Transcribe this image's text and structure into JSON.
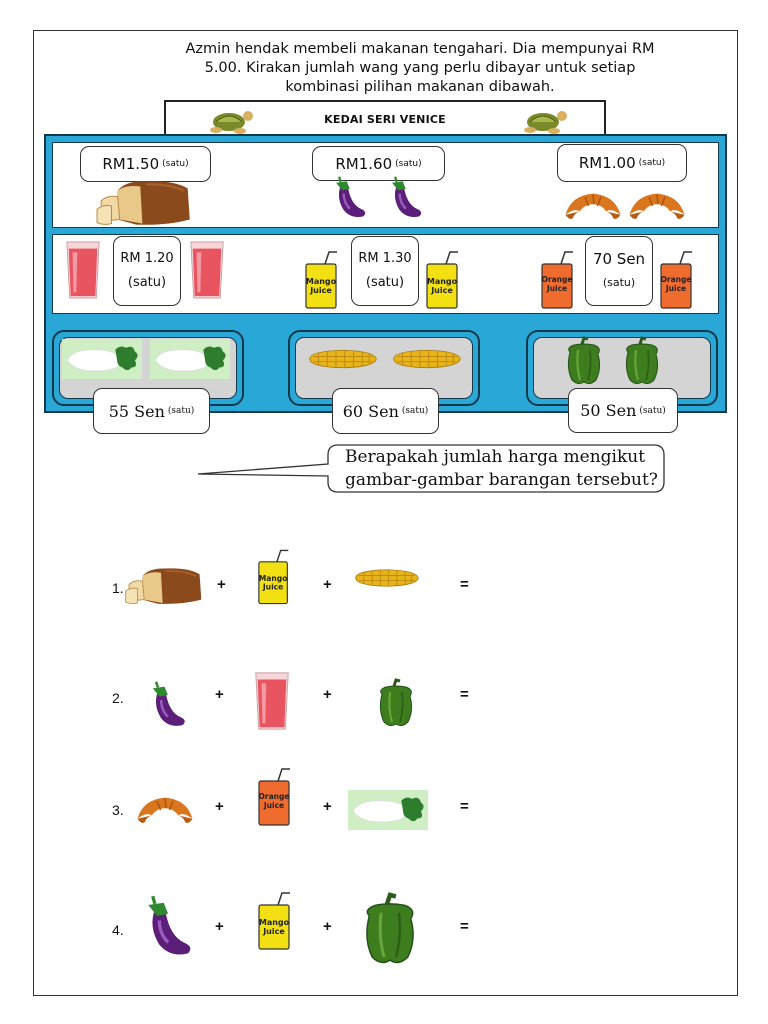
{
  "intro": {
    "line1": "Azmin hendak membeli makanan tengahari. Dia mempunyai RM",
    "line2": "5.00. Kirakan jumlah wang yang perlu dibayar untuk setiap",
    "line3": "kombinasi pilihan makanan dibawah."
  },
  "shop": {
    "title": "KEDAI SERI VENICE"
  },
  "shelf_top": [
    {
      "item": "bread",
      "price": "RM1.50",
      "unit": "(satu)"
    },
    {
      "item": "eggplant",
      "price": "RM1.60",
      "unit": "(satu)"
    },
    {
      "item": "croissant",
      "price": "RM1.00",
      "unit": "(satu)"
    }
  ],
  "shelf_mid": [
    {
      "item": "pink-drink",
      "price": "RM 1.20",
      "unit": "(satu)"
    },
    {
      "item": "mango-juice",
      "price": "RM 1.30",
      "unit": "(satu)",
      "label1": "Mango",
      "label2": "Juice"
    },
    {
      "item": "orange-juice",
      "price": "70 Sen",
      "unit": "(satu)",
      "label1": "Orange",
      "label2": "Juice"
    }
  ],
  "shelf_bottom": [
    {
      "item": "radish",
      "price": "55 Sen",
      "unit": "(satu)"
    },
    {
      "item": "corn",
      "price": "60 Sen",
      "unit": "(satu)"
    },
    {
      "item": "pepper",
      "price": "50 Sen",
      "unit": "(satu)"
    }
  ],
  "bubble": {
    "line1": "Berapakah jumlah harga mengikut",
    "line2": "gambar-gambar barangan tersebut?"
  },
  "questions": [
    {
      "number": "1.",
      "items": [
        "bread",
        "mango-juice",
        "corn"
      ]
    },
    {
      "number": "2.",
      "items": [
        "eggplant",
        "pink-drink",
        "pepper"
      ]
    },
    {
      "number": "3.",
      "items": [
        "croissant",
        "orange-juice",
        "radish"
      ]
    },
    {
      "number": "4.",
      "items": [
        "eggplant",
        "mango-juice",
        "pepper"
      ]
    }
  ],
  "symbols": {
    "plus": "+",
    "equals": "="
  }
}
